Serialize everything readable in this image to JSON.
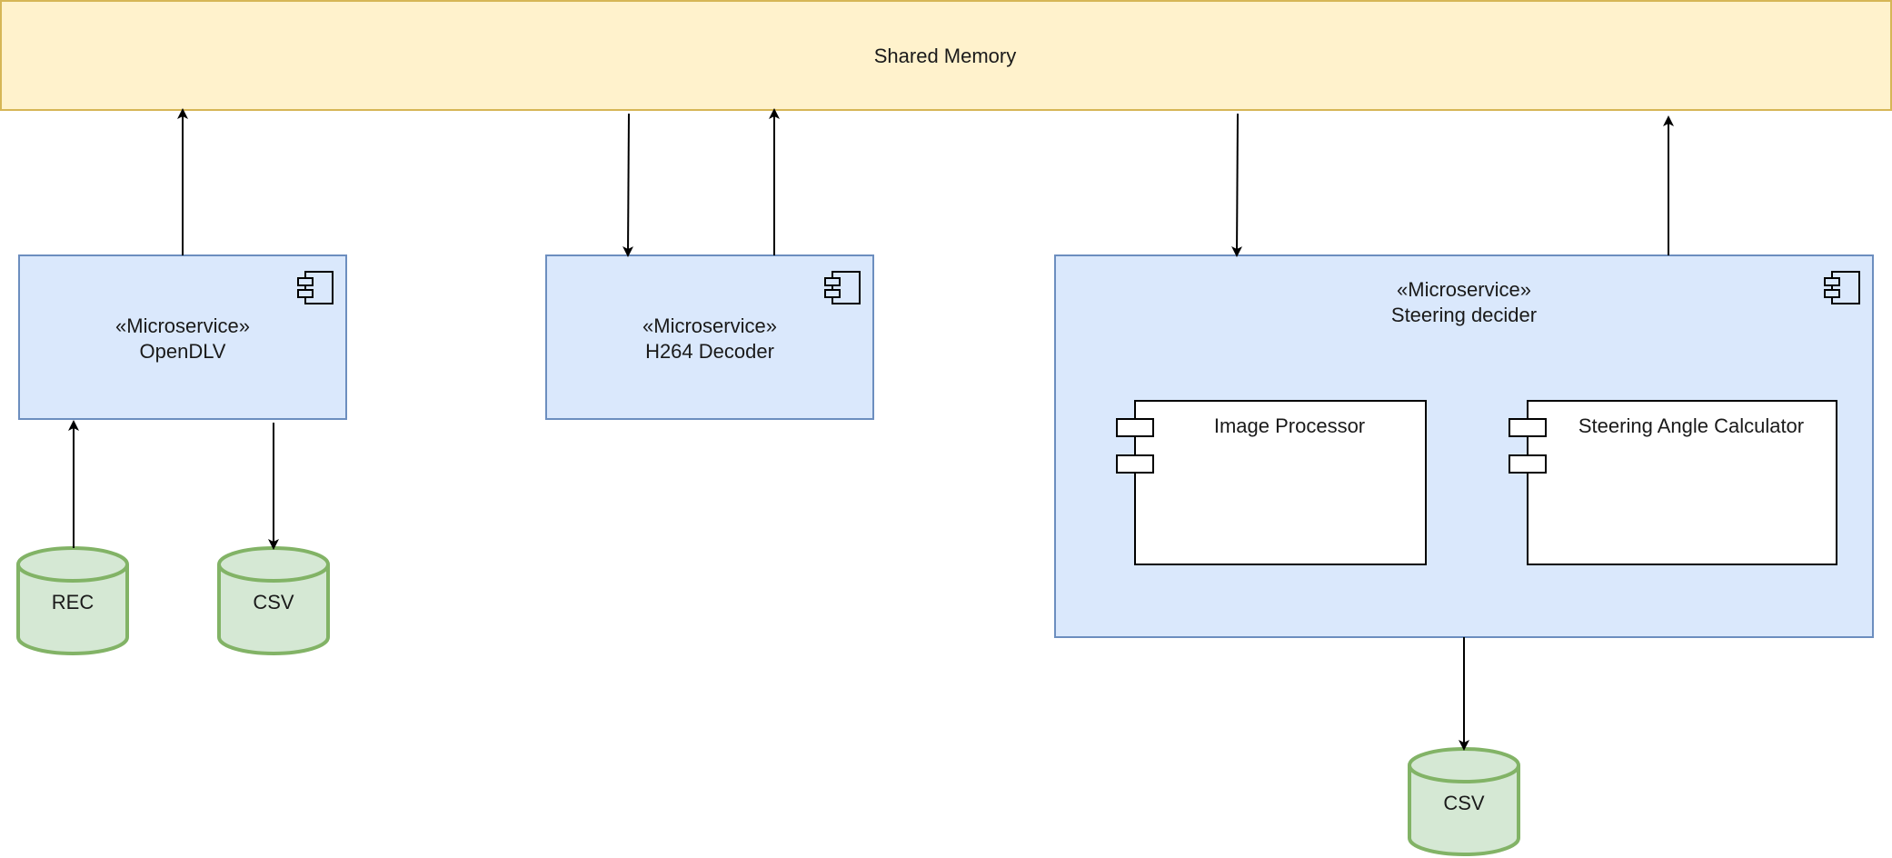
{
  "shared_memory": {
    "label": "Shared Memory"
  },
  "opendlv": {
    "stereotype": "«Microservice»",
    "name": "OpenDLV"
  },
  "h264": {
    "stereotype": "«Microservice»",
    "name": "H264 Decoder"
  },
  "steering": {
    "stereotype": "«Microservice»",
    "name": "Steering decider",
    "components": [
      {
        "name": "Image Processor"
      },
      {
        "name": "Steering Angle Calculator"
      }
    ]
  },
  "stores": [
    {
      "label": "REC"
    },
    {
      "label": "CSV"
    },
    {
      "label": "CSV"
    }
  ],
  "colors": {
    "shared_memory_fill": "#fff2cc",
    "shared_memory_stroke": "#d6b656",
    "service_fill": "#dae8fc",
    "service_stroke": "#6c8ebf",
    "store_fill": "#d5e8d4",
    "store_stroke": "#82b366"
  }
}
